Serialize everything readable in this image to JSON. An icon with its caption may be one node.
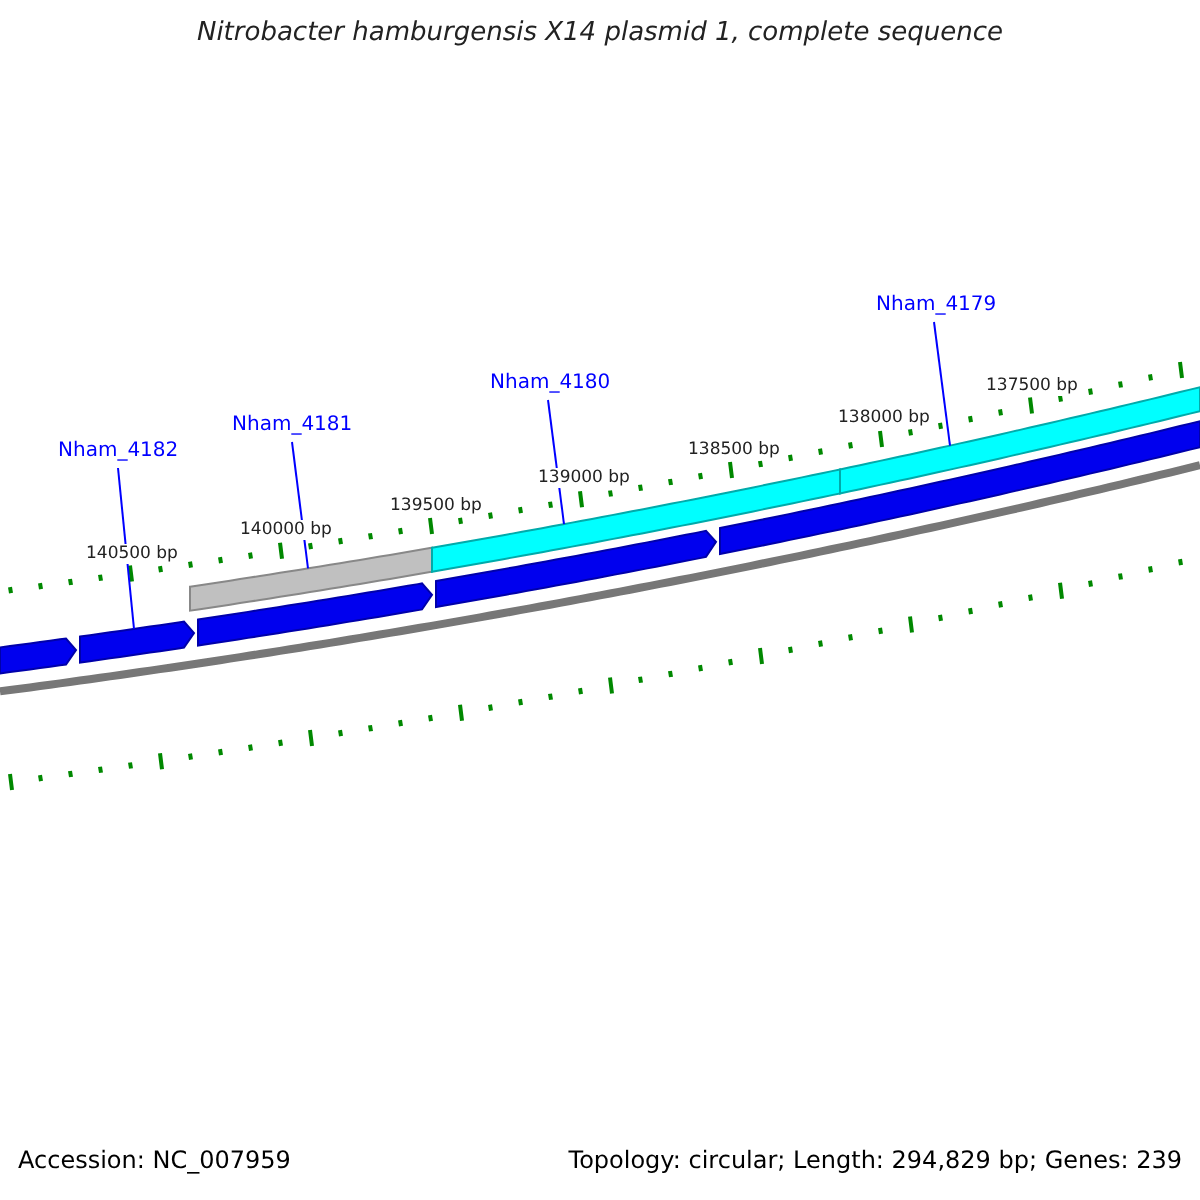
{
  "diagram": {
    "title": "Nitrobacter hamburgensis X14 plasmid 1, complete sequence",
    "nodes": [
      {
        "text": [
          "Nham_4182"
        ]
      },
      {
        "text": [
          "Nham_4181"
        ]
      },
      {
        "text": [
          "Nham_4180"
        ]
      },
      {
        "text": [
          "Nham_4179"
        ]
      },
      {
        "text": [],
        "shape": "bar"
      },
      {
        "text": [],
        "shape": "bar"
      },
      {
        "text": [],
        "shape": "bar"
      },
      {
        "text": [],
        "shape": "bar"
      },
      {
        "text": [],
        "shape": "bar"
      },
      {
        "text": [],
        "shape": "bar"
      },
      {
        "text": [],
        "shape": "bar"
      },
      {
        "text": [],
        "shape": "bar"
      }
    ],
    "edges": [
      {
        "from": 0,
        "to": 8,
        "arrow": "none"
      },
      {
        "from": 1,
        "to": 4,
        "arrow": "none"
      },
      {
        "from": 2,
        "to": 5,
        "arrow": "none"
      },
      {
        "from": 3,
        "to": 6,
        "arrow": "none"
      }
    ],
    "labels": [
      "140500 bp",
      "140000 bp",
      "139500 bp",
      "139000 bp",
      "138500 bp",
      "138000 bp",
      "137500 bp",
      "Accession: NC_007959",
      "Topology: circular; Length: 294,829 bp; Genes: 239"
    ]
  }
}
